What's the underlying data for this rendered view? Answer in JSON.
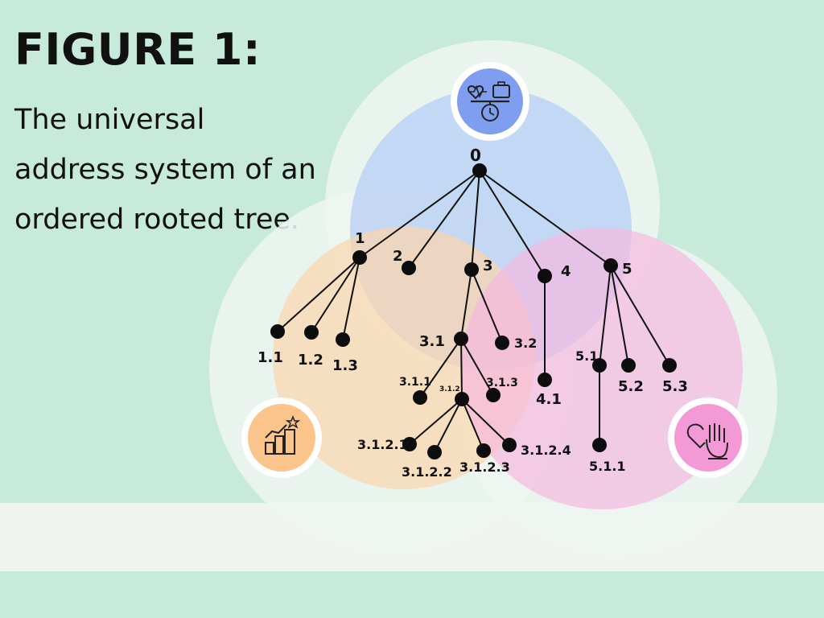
{
  "figure": {
    "heading": "FIGURE 1:",
    "caption": "The universal address system of an ordered rooted tree."
  },
  "colors": {
    "background": "#c7eadb",
    "top_circle": "#b9cff5",
    "left_circle": "#fbd5ad",
    "right_circle": "#f4b7df",
    "halo": "#eef6f2"
  },
  "icons": {
    "top": "work-life-balance-icon",
    "left": "growth-steps-icon",
    "right": "heart-hand-icon"
  },
  "tree": {
    "root": "0",
    "nodes": [
      {
        "id": "0",
        "label": "0",
        "parent": null
      },
      {
        "id": "1",
        "label": "1",
        "parent": "0"
      },
      {
        "id": "2",
        "label": "2",
        "parent": "0"
      },
      {
        "id": "3",
        "label": "3",
        "parent": "0"
      },
      {
        "id": "4",
        "label": "4",
        "parent": "0"
      },
      {
        "id": "5",
        "label": "5",
        "parent": "0"
      },
      {
        "id": "1.1",
        "label": "1.1",
        "parent": "1"
      },
      {
        "id": "1.2",
        "label": "1.2",
        "parent": "1"
      },
      {
        "id": "1.3",
        "label": "1.3",
        "parent": "1"
      },
      {
        "id": "3.1",
        "label": "3.1",
        "parent": "3"
      },
      {
        "id": "3.2",
        "label": "3.2",
        "parent": "3"
      },
      {
        "id": "4.1",
        "label": "4.1",
        "parent": "4"
      },
      {
        "id": "5.1",
        "label": "5.1",
        "parent": "5"
      },
      {
        "id": "5.2",
        "label": "5.2",
        "parent": "5"
      },
      {
        "id": "5.3",
        "label": "5.3",
        "parent": "5"
      },
      {
        "id": "3.1.1",
        "label": "3.1.1",
        "parent": "3.1"
      },
      {
        "id": "3.1.2",
        "label": "3.1.2",
        "parent": "3.1"
      },
      {
        "id": "3.1.3",
        "label": "3.1.3",
        "parent": "3.1"
      },
      {
        "id": "5.1.1",
        "label": "5.1.1",
        "parent": "5.1"
      },
      {
        "id": "3.1.2.1",
        "label": "3.1.2.1",
        "parent": "3.1.2"
      },
      {
        "id": "3.1.2.2",
        "label": "3.1.2.2",
        "parent": "3.1.2"
      },
      {
        "id": "3.1.2.3",
        "label": "3.1.2.3",
        "parent": "3.1.2"
      },
      {
        "id": "3.1.2.4",
        "label": "3.1.2.4",
        "parent": "3.1.2"
      }
    ]
  }
}
